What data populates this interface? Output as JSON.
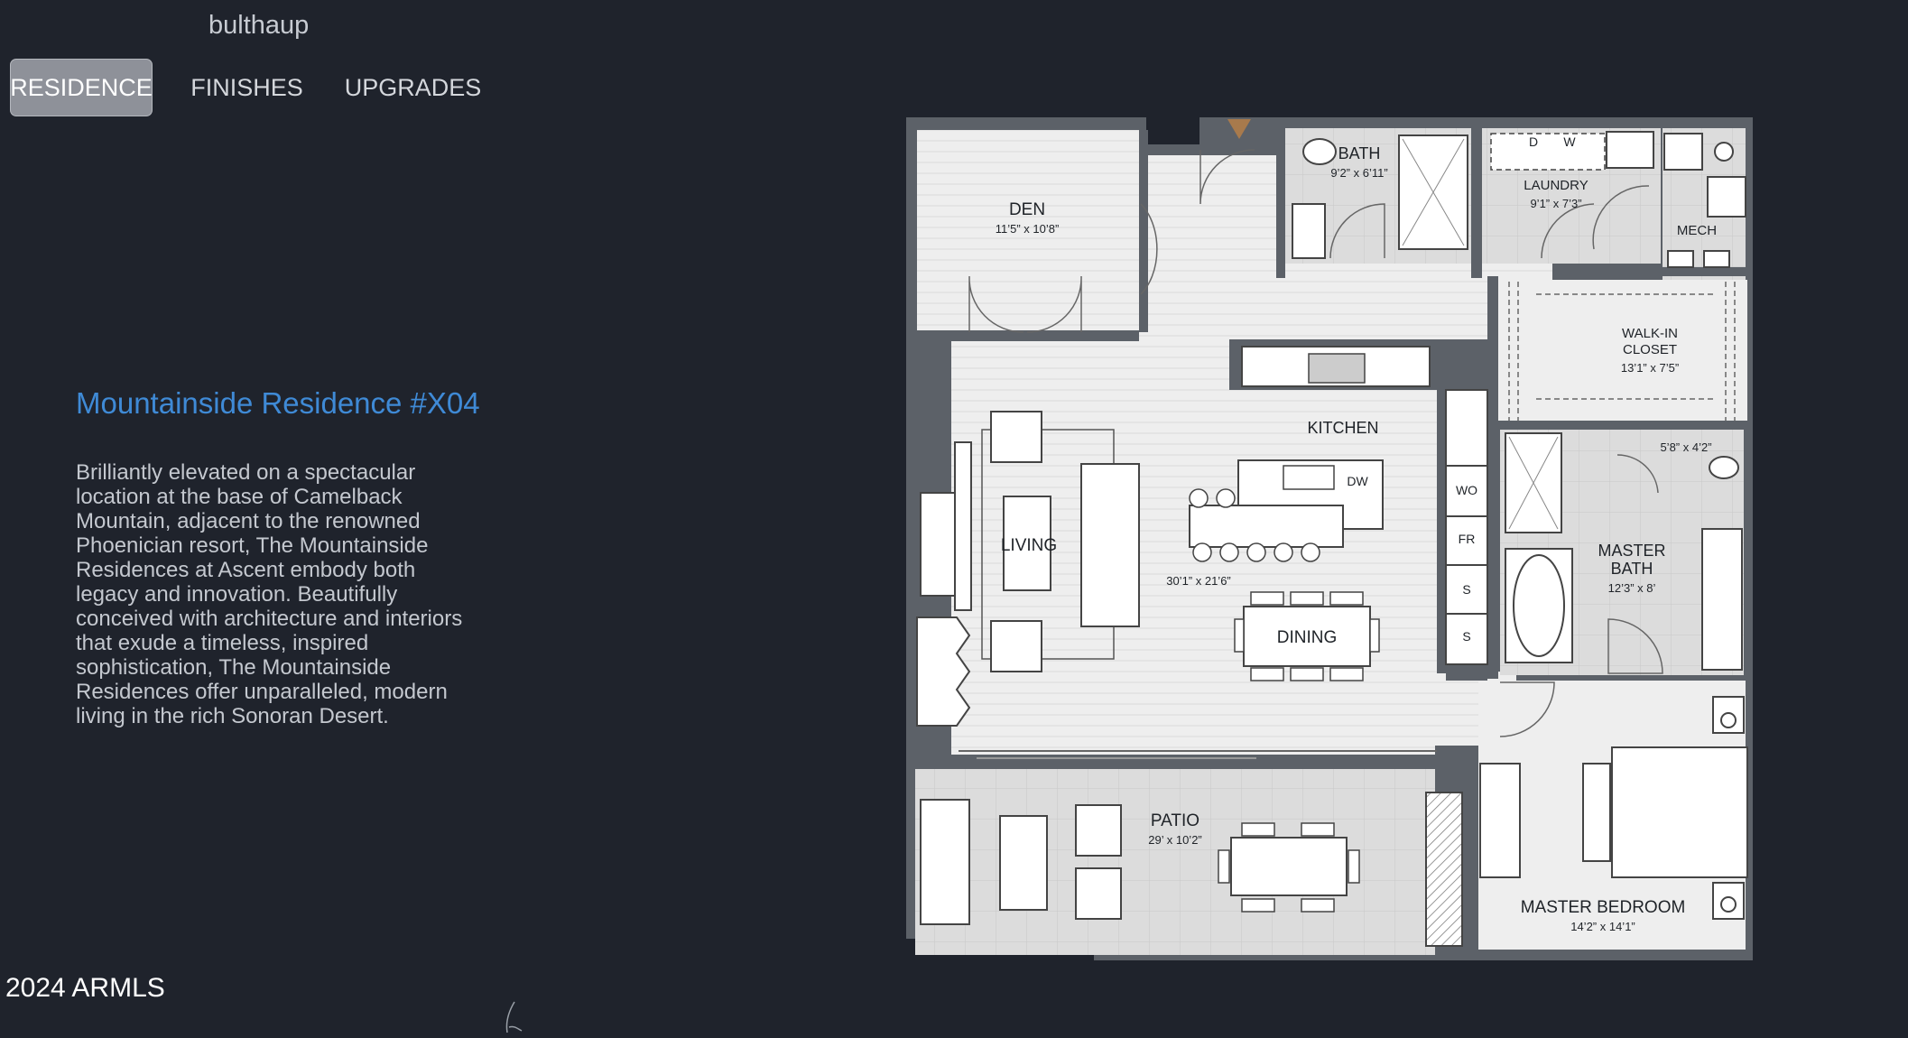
{
  "brand": "bulthaup",
  "tabs": [
    {
      "label": "RESIDENCE",
      "active": true
    },
    {
      "label": "FINISHES",
      "active": false
    },
    {
      "label": "UPGRADES",
      "active": false
    }
  ],
  "residence": {
    "title": "Mountainside Residence #X04",
    "description": "Brilliantly elevated on a spectacular location at the base of Camelback Mountain, adjacent to the renowned Phoenician resort, The Mountainside Residences at Ascent embody both legacy and innovation. Beautifully conceived with architecture and interiors that exude a timeless, inspired sophistication, The Mountainside Residences offer unparalleled, modern living in the rich Sonoran Desert."
  },
  "copyright": "2024 ARMLS",
  "floorplan": {
    "rooms": {
      "den": {
        "name": "DEN",
        "dim": "11’5” x 10’8”"
      },
      "bath": {
        "name": "BATH",
        "dim": "9’2” x 6’11”"
      },
      "laundry": {
        "name": "LAUNDRY",
        "dim": "9’1” x 7’3”",
        "d": "D",
        "w": "W"
      },
      "mech": {
        "name": "MECH"
      },
      "walkin": {
        "name1": "WALK-IN",
        "name2": "CLOSET",
        "dim": "13’1” x 7’5”"
      },
      "kitchen": {
        "name": "KITCHEN",
        "dw": "DW",
        "wo": "WO",
        "fr": "FR",
        "s1": "S",
        "s2": "S"
      },
      "living": {
        "name": "LIVING",
        "dim": "30’1” x 21’6”"
      },
      "dining": {
        "name": "DINING"
      },
      "wc": {
        "dim": "5’8” x 4’2”"
      },
      "masterbath": {
        "name1": "MASTER",
        "name2": "BATH",
        "dim": "12’3” x 8’"
      },
      "patio": {
        "name": "PATIO",
        "dim": "29’ x 10’2”"
      },
      "masterbed": {
        "name": "MASTER BEDROOM",
        "dim": "14’2” x 14’1”"
      }
    }
  },
  "colors": {
    "background": "#1f232c",
    "accent": "#3f8ad6",
    "wall": "#5a5f66",
    "entry": "#a87a4c"
  }
}
